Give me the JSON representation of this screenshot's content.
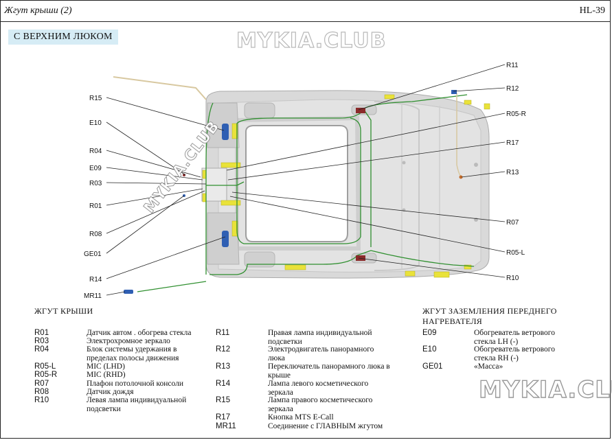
{
  "header": {
    "title": "Жгут крыши (2)",
    "code": "HL-39"
  },
  "section_label": "С ВЕРХНИМ ЛЮКОМ",
  "watermark": "MYKIA.CLUB",
  "callouts_left": [
    "R15",
    "E10",
    "R04",
    "E09",
    "R03",
    "R01",
    "R08",
    "GE01",
    "R14",
    "MR11"
  ],
  "callouts_right": [
    "R11",
    "R12",
    "R05-R",
    "R17",
    "R13",
    "R07",
    "R05-L",
    "R10"
  ],
  "legend_roof": {
    "title": "ЖГУТ КРЫШИ",
    "col1": [
      {
        "code": "R01",
        "desc": "Датчик автом . обогрева стекла"
      },
      {
        "code": "R03",
        "desc": "Электрохромное зеркало"
      },
      {
        "code": "R04",
        "desc": "Блок системы удержания в пределах полосы движения"
      },
      {
        "code": "R05-L",
        "desc": "MIC (LHD)"
      },
      {
        "code": "R05-R",
        "desc": "MIC (RHD)"
      },
      {
        "code": "R07",
        "desc": "Плафон потолочной консоли"
      },
      {
        "code": "R08",
        "desc": "Датчик дождя"
      },
      {
        "code": "R10",
        "desc": "Левая лампа индивидуальной подсветки"
      }
    ],
    "col2": [
      {
        "code": "R11",
        "desc": "Правая лампа индивидуальной подсветки"
      },
      {
        "code": "R12",
        "desc": "Электродвигатель панорамного люка"
      },
      {
        "code": "R13",
        "desc": "Переключатель панорамного люка в крыше"
      },
      {
        "code": "R14",
        "desc": "Лампа левого косметического зеркала"
      },
      {
        "code": "R15",
        "desc": "Лампа правого косметического зеркала"
      },
      {
        "code": "R17",
        "desc": "Кнопка MTS E-Call"
      },
      {
        "code": "MR11",
        "desc": "Соединение с ГЛАВНЫМ жгутом"
      }
    ]
  },
  "legend_ground": {
    "title": "ЖГУТ ЗАЗЕМЛЕНИЯ ПЕРЕДНЕГО НАГРЕВАТЕЛЯ",
    "rows": [
      {
        "code": "E09",
        "desc": "Обогреватель ветрового стекла LH (-)"
      },
      {
        "code": "E10",
        "desc": "Обогреватель ветрового стекла RH (-)"
      },
      {
        "code": "GE01",
        "desc": "«Масса»"
      }
    ]
  }
}
